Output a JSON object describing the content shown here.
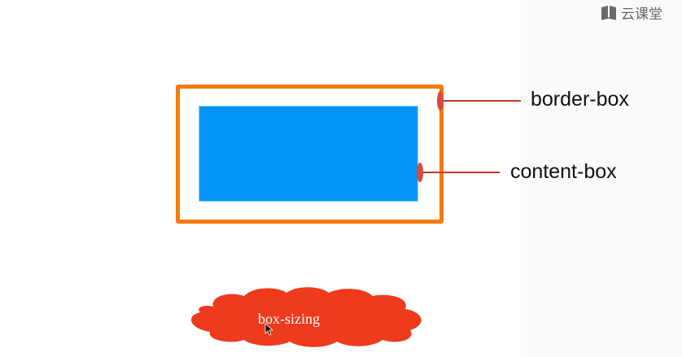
{
  "watermark": {
    "text": "云课堂",
    "icon": "book-icon"
  },
  "diagram": {
    "outer_box_label": "border-box",
    "inner_box_label": "content-box",
    "cloud_label": "box-sizing"
  },
  "colors": {
    "border_box": "#f67a0a",
    "content_box": "#0595f6",
    "pointer": "#c0392b",
    "cloud": "#ee3a1d"
  }
}
